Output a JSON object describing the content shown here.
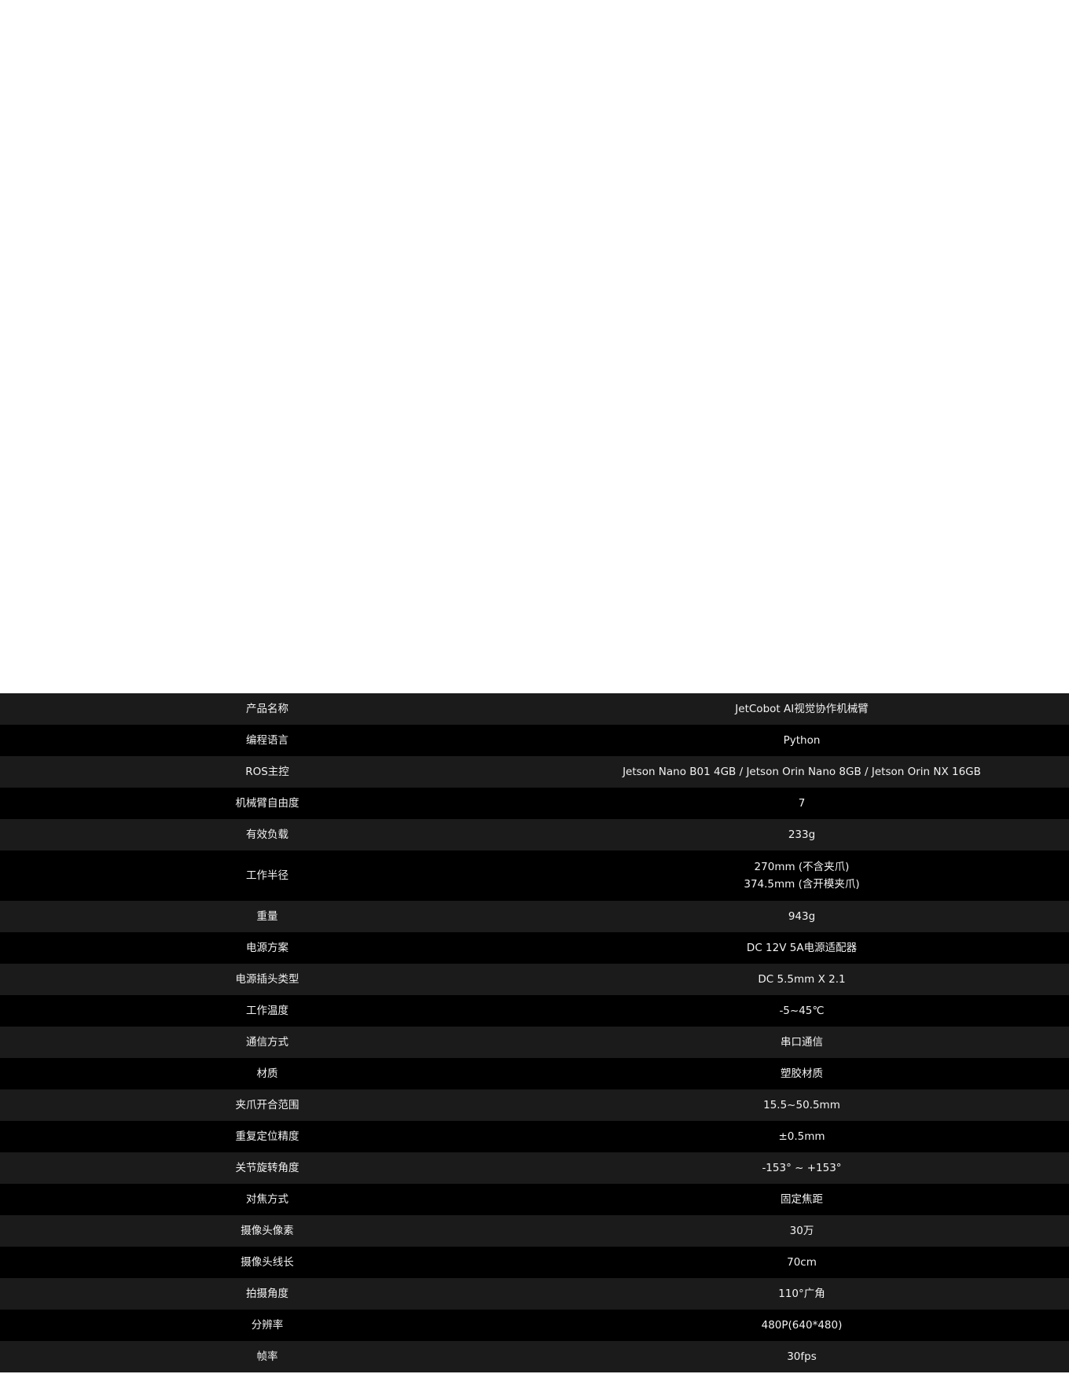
{
  "specs": [
    {
      "label": "产品名称",
      "value": [
        "JetCobot AI视觉协作机械臂"
      ]
    },
    {
      "label": "编程语言",
      "value": [
        "Python"
      ]
    },
    {
      "label": "ROS主控",
      "value": [
        "Jetson Nano B01 4GB / Jetson Orin Nano 8GB / Jetson Orin NX 16GB"
      ]
    },
    {
      "label": "机械臂自由度",
      "value": [
        "7"
      ]
    },
    {
      "label": "有效负载",
      "value": [
        "233g"
      ]
    },
    {
      "label": "工作半径",
      "value": [
        "270mm (不含夹爪)",
        "374.5mm (含开模夹爪)"
      ]
    },
    {
      "label": "重量",
      "value": [
        "943g"
      ]
    },
    {
      "label": "电源方案",
      "value": [
        "DC 12V 5A电源适配器"
      ]
    },
    {
      "label": "电源插头类型",
      "value": [
        "DC 5.5mm X 2.1"
      ]
    },
    {
      "label": "工作温度",
      "value": [
        "-5~45℃"
      ]
    },
    {
      "label": "通信方式",
      "value": [
        "串口通信"
      ]
    },
    {
      "label": "材质",
      "value": [
        "塑胶材质"
      ]
    },
    {
      "label": "夹爪开合范围",
      "value": [
        "15.5~50.5mm"
      ]
    },
    {
      "label": "重复定位精度",
      "value": [
        "±0.5mm"
      ]
    },
    {
      "label": "关节旋转角度",
      "value": [
        "-153° ~ +153°"
      ]
    },
    {
      "label": "对焦方式",
      "value": [
        "固定焦距"
      ]
    },
    {
      "label": "摄像头像素",
      "value": [
        "30万"
      ]
    },
    {
      "label": "摄像头线长",
      "value": [
        "70cm"
      ]
    },
    {
      "label": "拍摄角度",
      "value": [
        "110°广角"
      ]
    },
    {
      "label": "分辨率",
      "value": [
        "480P(640*480)"
      ]
    },
    {
      "label": "帧率",
      "value": [
        "30fps"
      ]
    }
  ]
}
